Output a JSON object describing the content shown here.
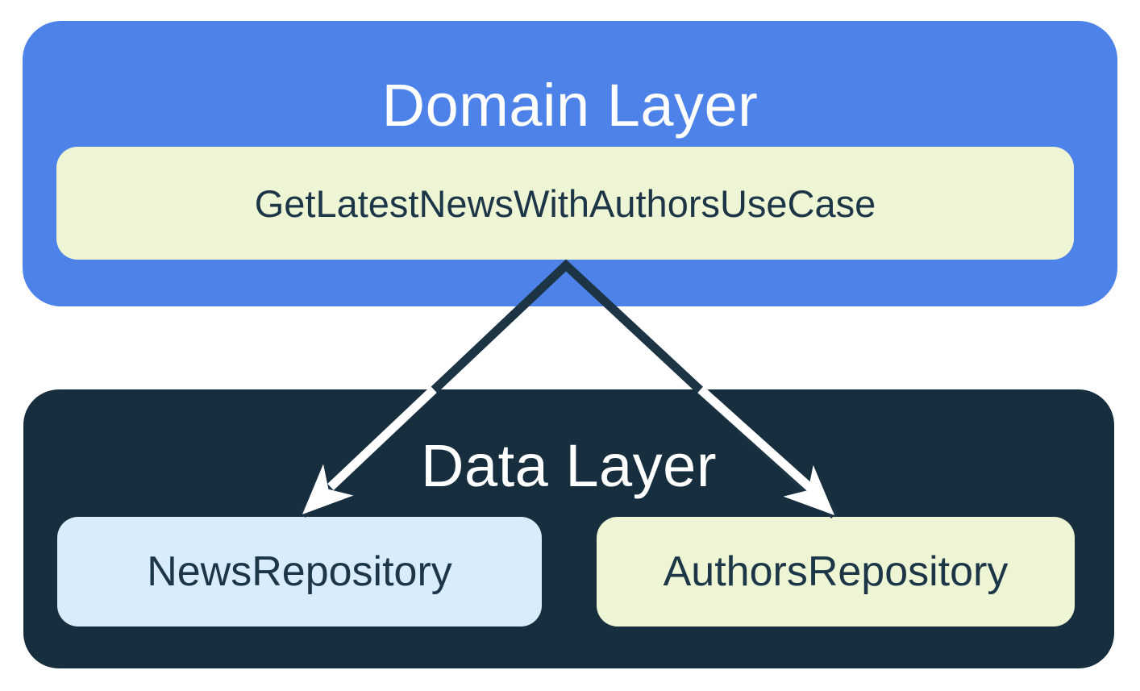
{
  "diagram": {
    "domain_layer": {
      "title": "Domain Layer",
      "usecase_label": "GetLatestNewsWithAuthorsUseCase"
    },
    "data_layer": {
      "title": "Data Layer",
      "repositories": [
        {
          "name": "NewsRepository"
        },
        {
          "name": "AuthorsRepository"
        }
      ]
    },
    "connections": [
      {
        "from": "GetLatestNewsWithAuthorsUseCase",
        "to": "NewsRepository"
      },
      {
        "from": "GetLatestNewsWithAuthorsUseCase",
        "to": "AuthorsRepository"
      }
    ],
    "colors": {
      "domain_layer_bg": "#4d82e9",
      "data_layer_bg": "#172e3e",
      "usecase_node_bg": "#eef5d4",
      "news_repository_node_bg": "#d9ecfc",
      "authors_repository_node_bg": "#eef5d4",
      "layer_title_text": "#ffffff",
      "node_text": "#1c3547",
      "arrow_dark_segment": "#1c3444",
      "arrow_light_segment": "#ffffff"
    }
  }
}
